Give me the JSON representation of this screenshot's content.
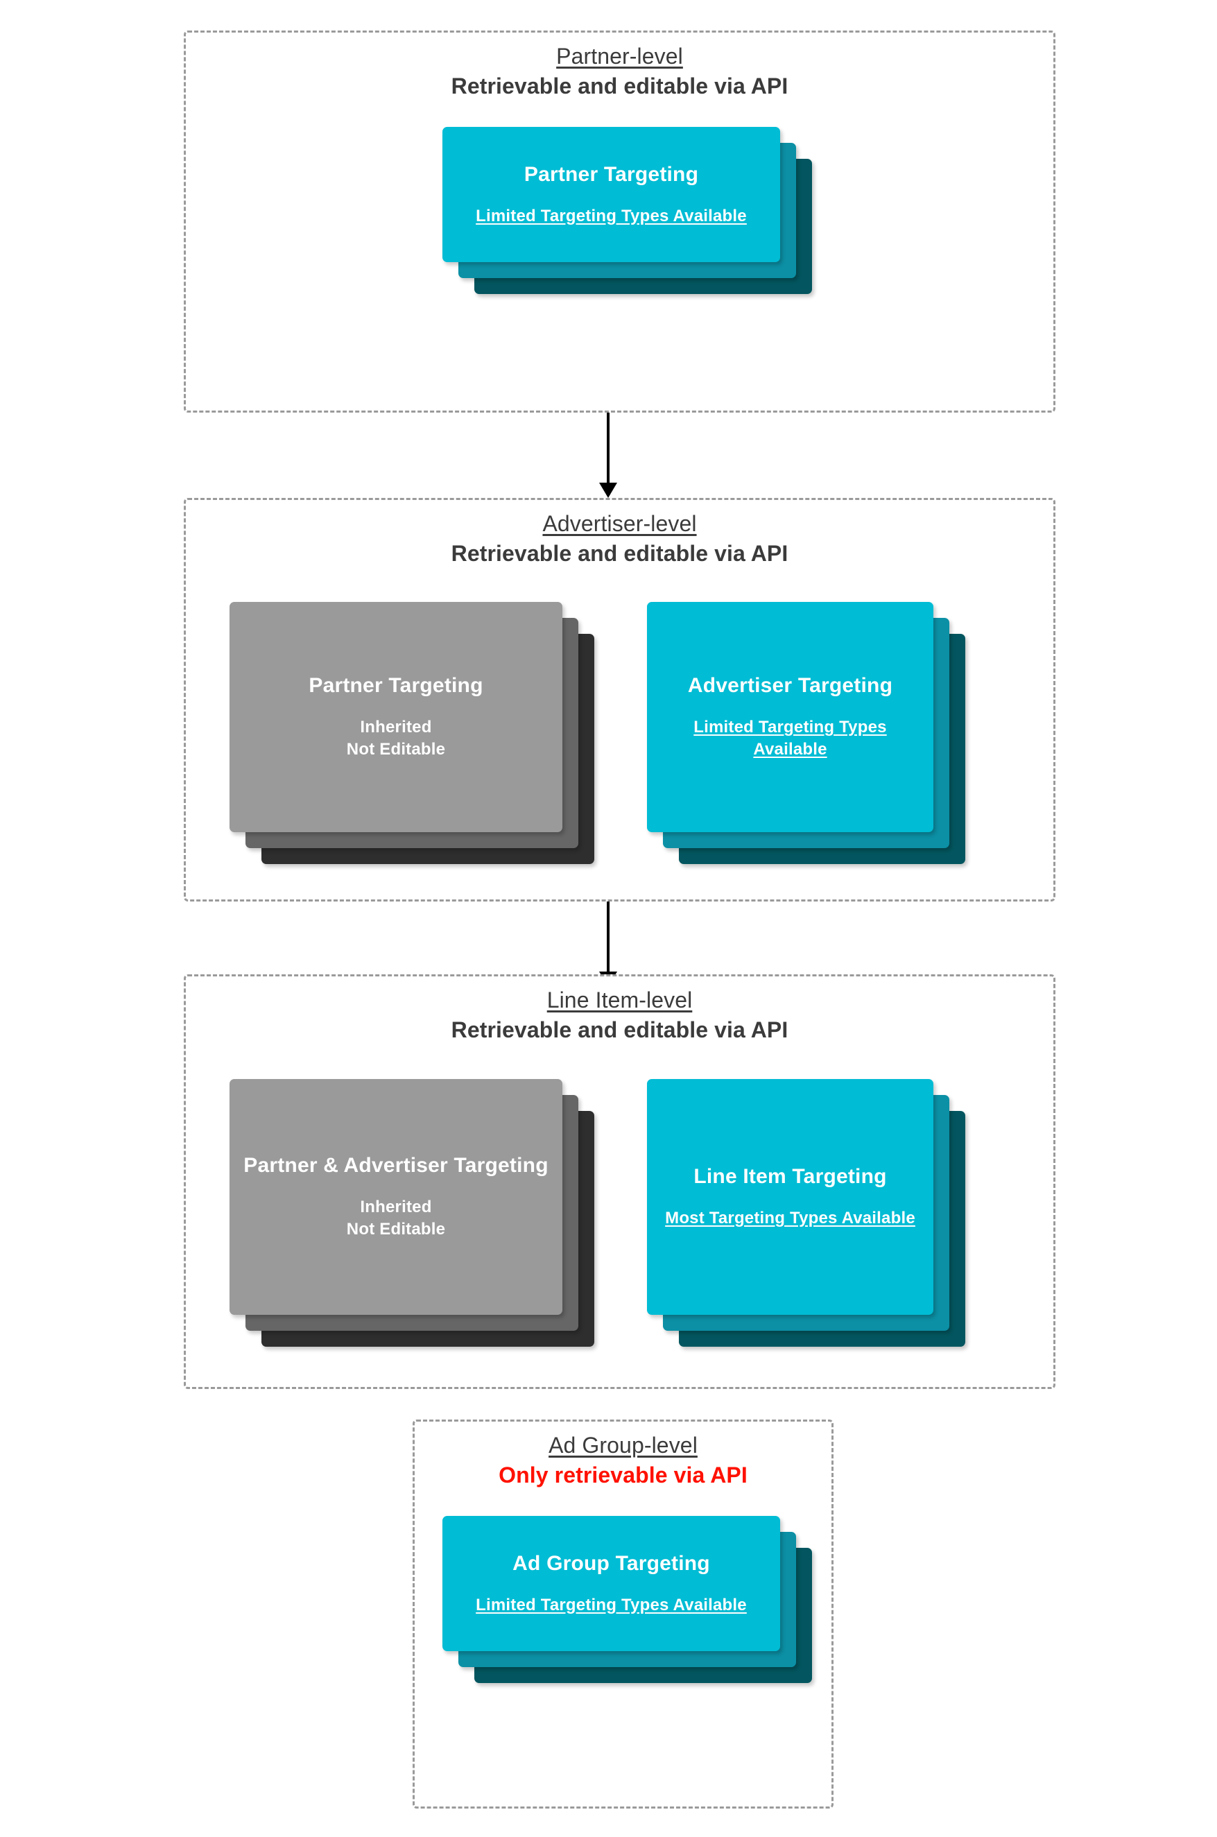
{
  "diagram": {
    "accent_cyan": "#00bcd4",
    "accent_cyan_mid": "#0c90a5",
    "accent_cyan_back": "#03565f",
    "grey_front": "#9a9a9a",
    "grey_mid": "#666666",
    "grey_back": "#2e2e2e",
    "alert_color": "#ff1100",
    "text_color": "#3b3b3b"
  },
  "levels": [
    {
      "title": "Partner-level",
      "subtitle": "Retrievable and editable via API",
      "subtitle_is_alert": false,
      "cards": [
        {
          "palette": "cyan",
          "title": "Partner Targeting",
          "note": "Limited Targeting Types Available",
          "note_underlined": true
        }
      ]
    },
    {
      "title": "Advertiser-level",
      "subtitle": "Retrievable and editable via API",
      "subtitle_is_alert": false,
      "cards": [
        {
          "palette": "grey",
          "title": "Partner Targeting",
          "note": "Inherited\nNot Editable",
          "note_underlined": false
        },
        {
          "palette": "cyan",
          "title": "Advertiser Targeting",
          "note": "Limited Targeting Types Available",
          "note_underlined": true
        }
      ]
    },
    {
      "title": "Line Item-level",
      "subtitle": "Retrievable and editable via API",
      "subtitle_is_alert": false,
      "cards": [
        {
          "palette": "grey",
          "title": "Partner & Advertiser Targeting",
          "note": "Inherited\nNot Editable",
          "note_underlined": false
        },
        {
          "palette": "cyan",
          "title": "Line Item Targeting",
          "note": "Most Targeting Types Available",
          "note_underlined": true
        }
      ]
    },
    {
      "title": "Ad Group-level",
      "subtitle": "Only retrievable via API",
      "subtitle_is_alert": true,
      "cards": [
        {
          "palette": "cyan",
          "title": "Ad Group Targeting",
          "note": "Limited Targeting Types Available",
          "note_underlined": true
        }
      ]
    }
  ],
  "connectors": [
    {
      "from": "Partner-level",
      "to": "Advertiser-level"
    },
    {
      "from": "Advertiser-level",
      "to": "Line Item-level"
    }
  ]
}
